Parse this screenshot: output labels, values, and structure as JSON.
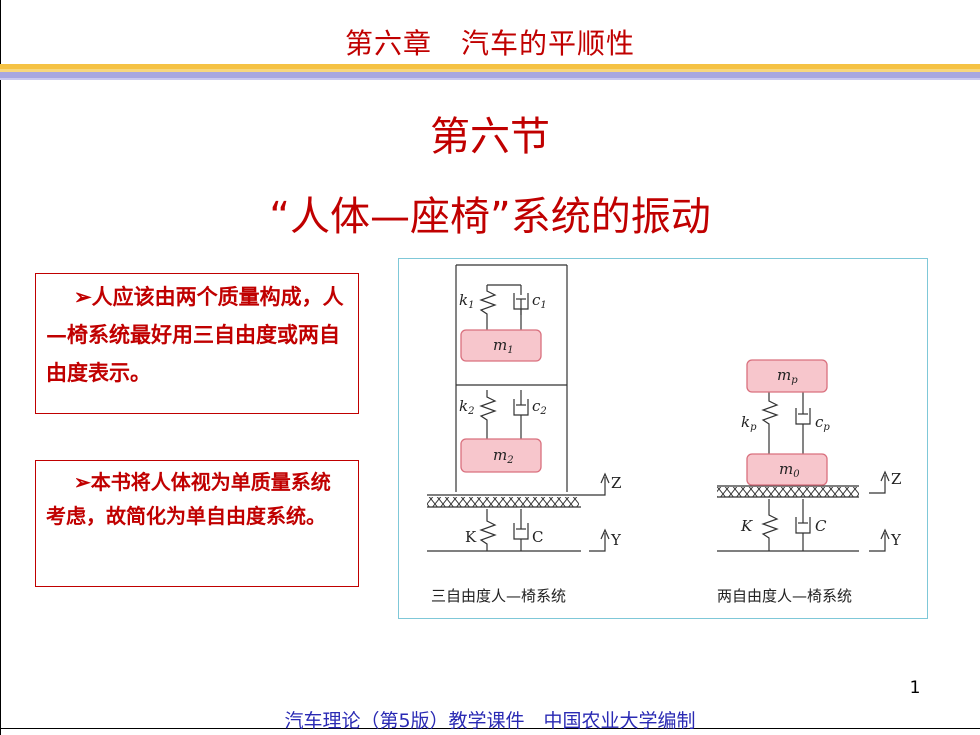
{
  "header": {
    "chapter_title": "第六章　汽车的平顺性"
  },
  "section": {
    "title": "第六节",
    "subtitle": "“人体—座椅”系统的振动"
  },
  "notes": [
    {
      "arrow": "➢",
      "text_first": "人应该由两个质量构",
      "text_rest": "成，人—椅系统最好用三自由度或两自由度表示。"
    },
    {
      "arrow": "➢",
      "text_first": "本书将人体视为单质量",
      "text_rest": "系统考虑，故简化为单自由度系统。"
    }
  ],
  "figure": {
    "left": {
      "caption": "三自由度人—椅系统",
      "k1": "k",
      "k1_sub": "1",
      "c1": "c",
      "c1_sub": "1",
      "m1": "m",
      "m1_sub": "1",
      "k2": "k",
      "k2_sub": "2",
      "c2": "c",
      "c2_sub": "2",
      "m2": "m",
      "m2_sub": "2",
      "K": "K",
      "C": "C",
      "Z": "Z",
      "Y": "Y"
    },
    "right": {
      "caption": "两自由度人—椅系统",
      "mp": "m",
      "mp_sub": "p",
      "kp": "k",
      "kp_sub": "p",
      "cp": "c",
      "cp_sub": "p",
      "m0": "m",
      "m0_sub": "0",
      "K": "K",
      "C": "C",
      "Z": "Z",
      "Y": "Y"
    },
    "colors": {
      "mass_fill": "#f7c6cc",
      "mass_stroke": "#d9707e",
      "line": "#333333"
    }
  },
  "page_number": "1",
  "footer": "汽车理论（第5版）教学课件　中国农业大学编制"
}
